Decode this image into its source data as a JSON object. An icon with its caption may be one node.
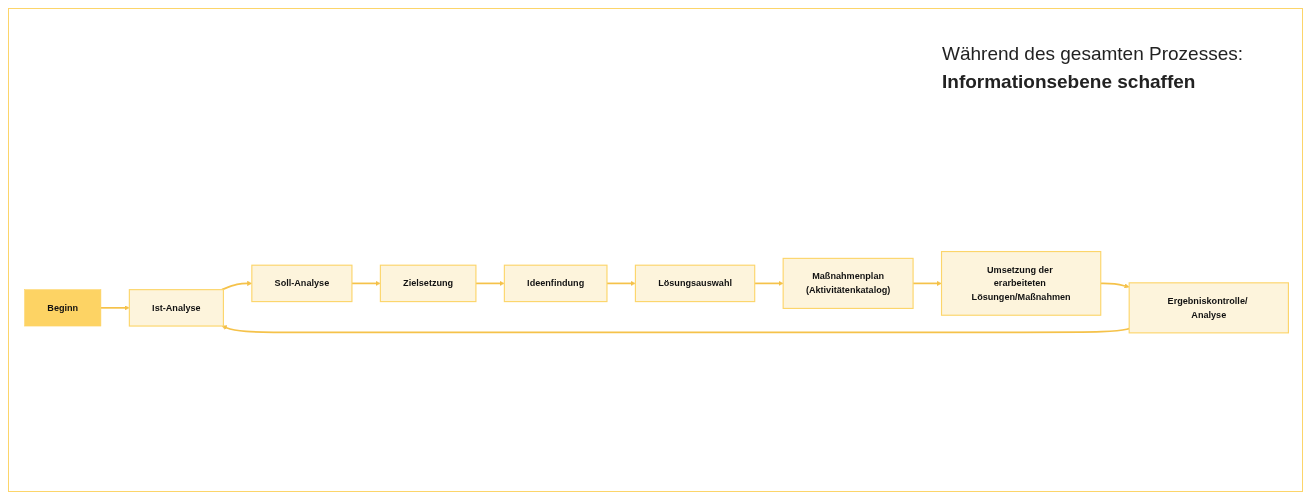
{
  "diagram": {
    "nodes": [
      {
        "text": [
          "Beginn"
        ]
      },
      {
        "text": [
          "Ergebniskontrolle/ Analyse"
        ]
      },
      {
        "text": [
          "Ist-Analyse"
        ]
      },
      {
        "text": [
          "Soll-Analyse"
        ]
      },
      {
        "text": [
          "Zielsetzung"
        ]
      },
      {
        "text": [
          "Umsetzung der erarbeiteten Lösungen/Maßnahmen"
        ]
      },
      {
        "text": [
          "Maßnahmenplan",
          "(Aktivitätenkatalog)"
        ]
      },
      {
        "text": [
          "Lösungsauswahl"
        ]
      },
      {
        "text": [
          "Ideenfindung"
        ]
      }
    ],
    "edges": [
      {
        "from": 0,
        "to": 2,
        "arrow": "to"
      },
      {
        "from": 1,
        "to": 2,
        "arrow": "to"
      },
      {
        "from": 2,
        "to": 3,
        "arrow": "to"
      },
      {
        "from": 3,
        "to": 4,
        "arrow": "to"
      },
      {
        "from": 4,
        "to": 8,
        "arrow": "to"
      },
      {
        "from": 8,
        "to": 7,
        "arrow": "to"
      },
      {
        "from": 7,
        "to": 6,
        "arrow": "to"
      },
      {
        "from": 6,
        "to": 5,
        "arrow": "to"
      },
      {
        "from": 5,
        "to": 1,
        "arrow": "to"
      }
    ],
    "labels": [
      "Während des gesamten Prozesses:",
      "Informationsebene schaffen"
    ]
  }
}
